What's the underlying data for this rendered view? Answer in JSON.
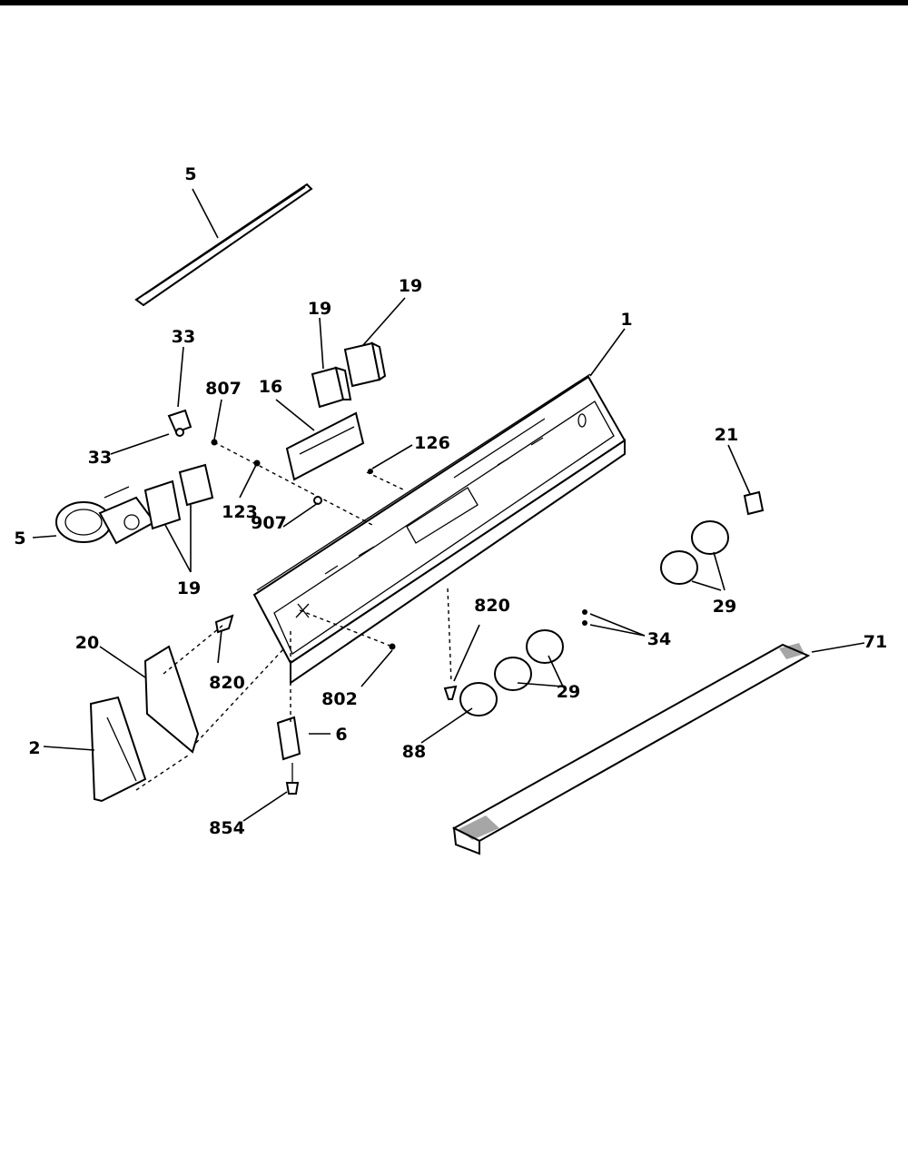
{
  "callouts": {
    "c5_top": "5",
    "c19_a": "19",
    "c19_b": "19",
    "c1": "1",
    "c33_a": "33",
    "c33_b": "33",
    "c807": "807",
    "c16": "16",
    "c126": "126",
    "c21": "21",
    "c123": "123",
    "c5_left": "5",
    "c907": "907",
    "c19_c": "19",
    "c29_a": "29",
    "c820_a": "820",
    "c34": "34",
    "c71": "71",
    "c20": "20",
    "c820_b": "820",
    "c802": "802",
    "c29_b": "29",
    "c2": "2",
    "c6": "6",
    "c88": "88",
    "c854": "854"
  }
}
